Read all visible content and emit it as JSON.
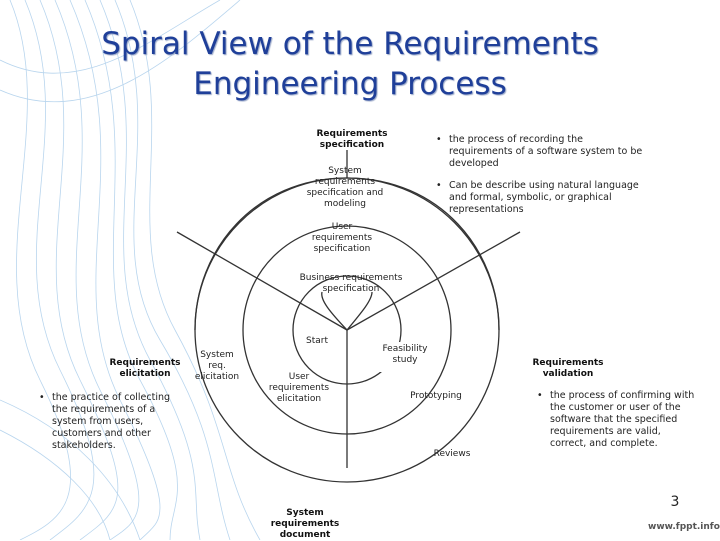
{
  "title_line1": "Spiral View of the Requirements",
  "title_line2": "Engineering Process",
  "labels": {
    "req_spec": "Requirements specification",
    "sys_req_spec_modeling": "System requirements specification and modeling",
    "user_req_spec": "User requirements specification",
    "business_req_spec": "Business requirements specification",
    "start": "Start",
    "feasibility_study": "Feasibility study",
    "req_elicitation": "Requirements elicitation",
    "system_req_elicitation": "System req. elicitation",
    "user_req_elicitation": "User requirements elicitation",
    "prototyping": "Prototyping",
    "req_validation": "Requirements validation",
    "reviews": "Reviews",
    "sys_req_document": "System requirements document"
  },
  "bullets": {
    "spec": [
      "the process of recording the requirements of a software system to be developed",
      "Can be describe using natural language and formal, symbolic, or graphical representations"
    ],
    "elicitation": "the practice of collecting the requirements of a system from users, customers and other stakeholders.",
    "validation": "the process of confirming with the customer or user of the software that the specified requirements are valid, correct, and complete."
  },
  "slide_number": "3",
  "footer": "www.fppt.info",
  "colors": {
    "title": "#1f3f99",
    "waves": "#6fa8dc"
  }
}
